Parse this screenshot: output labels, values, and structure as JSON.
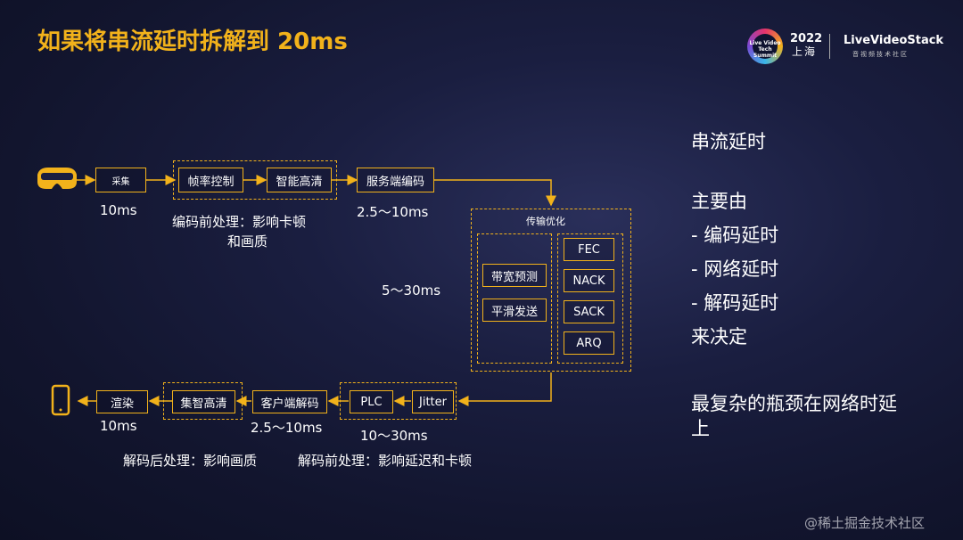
{
  "title": "如果将串流延时拆解到 20ms",
  "logo": {
    "ring_text": "Live Video Tech Summit",
    "year": "2022",
    "city": "上海",
    "brand": "LiveVideoStack",
    "sub": "音视频技术社区"
  },
  "diagram": {
    "capture": "采集",
    "frame_rate": "帧率控制",
    "smart_hd": "智能高清",
    "server_encode": "服务端编码",
    "transport_title": "传输优化",
    "bandwidth": "带宽预测",
    "smooth_send": "平滑发送",
    "fec": "FEC",
    "nack": "NACK",
    "sack": "SACK",
    "arq": "ARQ",
    "jitter": "Jitter",
    "plc": "PLC",
    "client_decode": "客户端解码",
    "smart_hd2": "集智高清",
    "render": "渲染",
    "t_capture": "10ms",
    "pre_encode_1": "编码前处理：影响卡顿",
    "pre_encode_2": "和画质",
    "t_encode": "2.5～10ms",
    "t_network": "5～30ms",
    "t_decode": "2.5～10ms",
    "t_jitter": "10～30ms",
    "t_render": "10ms",
    "post_decode": "解码后处理：影响画质",
    "pre_decode": "解码前处理：影响延迟和卡顿"
  },
  "right": {
    "heading": "串流延时",
    "intro": "主要由",
    "item1": "-   编码延时",
    "item2": "-   网络延时",
    "item3": "-   解码延时",
    "outro": "来决定",
    "conclusion_1": "最复杂的瓶颈在网络时延",
    "conclusion_2": "上"
  },
  "watermark": "@稀土掘金技术社区",
  "colors": {
    "accent": "#f2b21b",
    "background": "#12152e"
  }
}
